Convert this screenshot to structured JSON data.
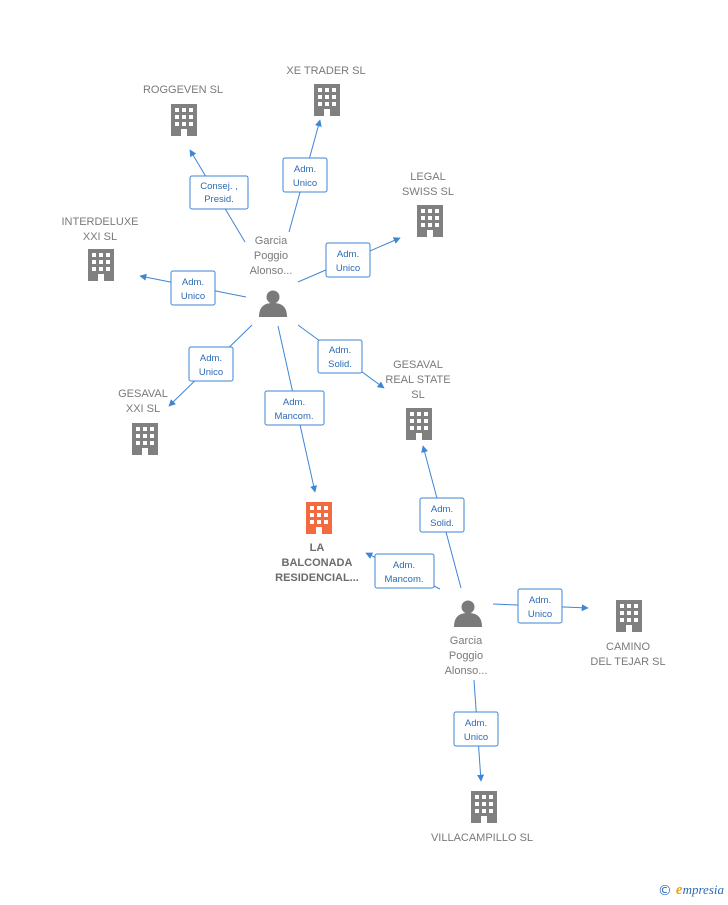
{
  "colors": {
    "edge": "#3d86d6",
    "company": "#808080",
    "focus": "#f26a3d",
    "person": "#7a7a7a"
  },
  "nodes": [
    {
      "id": "roggeven",
      "type": "company",
      "lines": [
        "ROGGEVEN  SL"
      ]
    },
    {
      "id": "xetrader",
      "type": "company",
      "lines": [
        "XE TRADER  SL"
      ]
    },
    {
      "id": "legal",
      "type": "company",
      "lines": [
        "LEGAL",
        "SWISS  SL"
      ]
    },
    {
      "id": "interdeluxe",
      "type": "company",
      "lines": [
        "INTERDELUXE",
        "XXI  SL"
      ]
    },
    {
      "id": "gesavalxxi",
      "type": "company",
      "lines": [
        "GESAVAL",
        "XXI  SL"
      ]
    },
    {
      "id": "gesavalreal",
      "type": "company",
      "lines": [
        "GESAVAL",
        "REAL STATE",
        "SL"
      ]
    },
    {
      "id": "balconada",
      "type": "focus",
      "lines": [
        "LA",
        "BALCONADA",
        "RESIDENCIAL..."
      ]
    },
    {
      "id": "camino",
      "type": "company",
      "lines": [
        "CAMINO",
        "DEL TEJAR SL"
      ]
    },
    {
      "id": "villacampillo",
      "type": "company",
      "lines": [
        "VILLACAMPILLO SL"
      ]
    },
    {
      "id": "person1",
      "type": "person",
      "lines": [
        "Garcia",
        "Poggio",
        "Alonso..."
      ]
    },
    {
      "id": "person2",
      "type": "person",
      "lines": [
        "Garcia",
        "Poggio",
        "Alonso..."
      ]
    }
  ],
  "edges": [
    {
      "id": "e1",
      "lines": [
        "Consej. ,",
        "Presid."
      ]
    },
    {
      "id": "e2",
      "lines": [
        "Adm.",
        "Unico"
      ]
    },
    {
      "id": "e3",
      "lines": [
        "Adm.",
        "Unico"
      ]
    },
    {
      "id": "e4",
      "lines": [
        "Adm.",
        "Unico"
      ]
    },
    {
      "id": "e5",
      "lines": [
        "Adm.",
        "Unico"
      ]
    },
    {
      "id": "e6",
      "lines": [
        "Adm.",
        "Solid."
      ]
    },
    {
      "id": "e7",
      "lines": [
        "Adm.",
        "Mancom."
      ]
    },
    {
      "id": "e8",
      "lines": [
        "Adm.",
        "Solid."
      ]
    },
    {
      "id": "e9",
      "lines": [
        "Adm.",
        "Mancom."
      ]
    },
    {
      "id": "e10",
      "lines": [
        "Adm.",
        "Unico"
      ]
    },
    {
      "id": "e11",
      "lines": [
        "Adm.",
        "Unico"
      ]
    }
  ],
  "footer": {
    "copyright": "©",
    "brand_initial": "e",
    "brand_rest": "mpresia"
  }
}
